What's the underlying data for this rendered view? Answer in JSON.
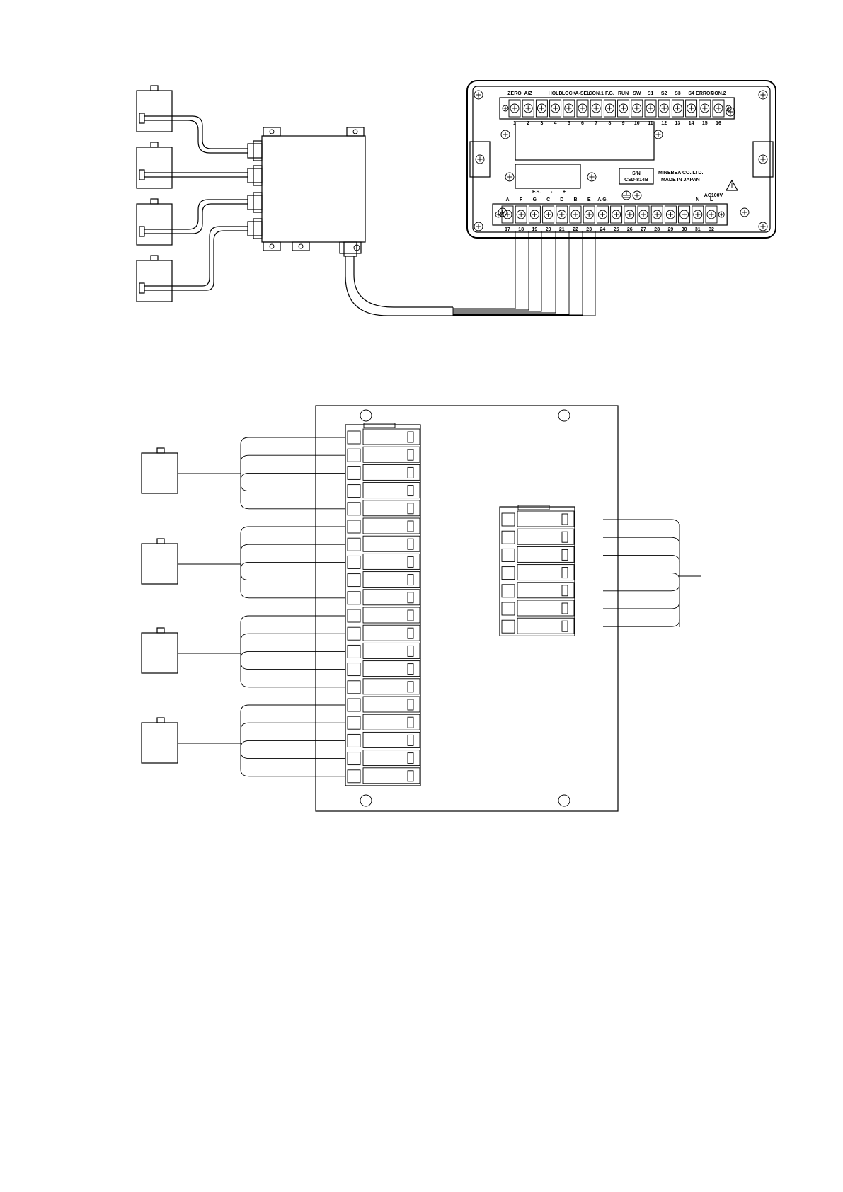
{
  "top_diagram": {
    "instrument": {
      "top_terminal_labels": [
        "ZERO",
        "A/Z",
        "",
        "HOLD",
        "LOCK",
        "A-SEL",
        "CON.1",
        "F.G.",
        "RUN",
        "SW",
        "S1",
        "S2",
        "S3",
        "S4",
        "ERROR",
        "CON.2"
      ],
      "top_terminal_numbers": [
        "1",
        "2",
        "3",
        "4",
        "5",
        "6",
        "7",
        "8",
        "9",
        "10",
        "11",
        "12",
        "13",
        "14",
        "15",
        "16"
      ],
      "bottom_terminal_labels": [
        "A",
        "F",
        "G",
        "C",
        "D",
        "B",
        "E",
        "A.G.",
        "",
        "",
        "",
        "",
        "",
        "",
        "N",
        "L"
      ],
      "bottom_terminal_numbers": [
        "17",
        "18",
        "19",
        "20",
        "21",
        "22",
        "23",
        "24",
        "25",
        "26",
        "27",
        "28",
        "29",
        "30",
        "31",
        "32"
      ],
      "ac_label": "AC100V",
      "fs_label": "F.S.",
      "minus_label": "-",
      "plus_label": "+",
      "serial_label": "S/N",
      "model_label": "CSD-814B",
      "maker_line1": "MINEBEA CO.,LTD.",
      "maker_line2": "MADE IN JAPAN"
    },
    "load_cell_count": 4
  },
  "bottom_diagram": {
    "left_terminal_count": 20,
    "right_terminal_count": 7,
    "load_cell_count": 4
  }
}
